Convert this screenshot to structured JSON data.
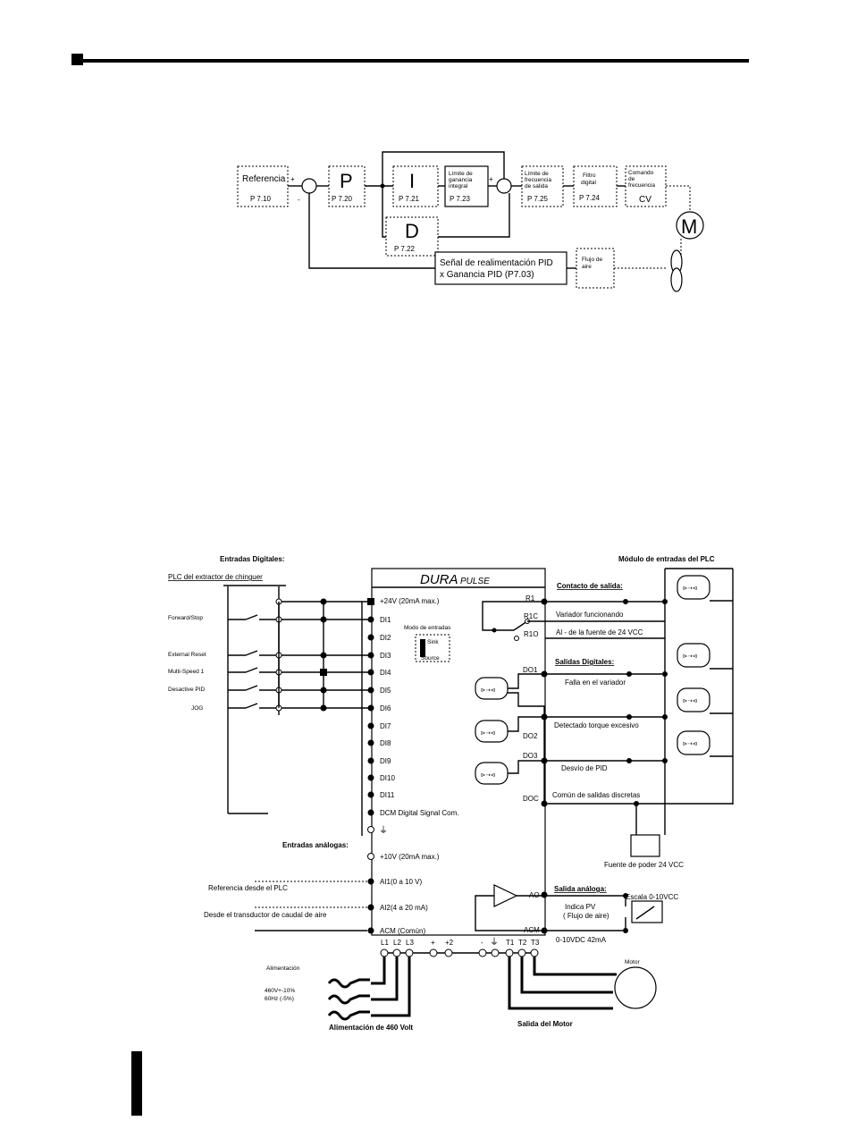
{
  "pid": {
    "referencia": "Referencia",
    "p710": "P 7.10",
    "plus1": "+",
    "minus1": "-",
    "p_letter": "P",
    "p720": "P 7.20",
    "i_letter": "I",
    "p721": "P 7.21",
    "limite_integral_1": "Límite de",
    "limite_integral_2": "ganancia",
    "limite_integral_3": "integral",
    "p723": "P 7.23",
    "d_letter": "D",
    "p722": "P 7.22",
    "plus2": "+",
    "limite_salida_1": "Límite de",
    "limite_salida_2": "frecuencia",
    "limite_salida_3": "de salida",
    "p725": "P 7.25",
    "filtro_1": "Filtro",
    "filtro_2": "digital",
    "p724": "P 7.24",
    "comando_1": "Comando",
    "comando_2": "de",
    "comando_3": "frecuencia",
    "cv": "CV",
    "motor_letter": "M",
    "senal_1": "Señal de realimentación PID",
    "senal_2": "x Ganancia PID (P7.03)",
    "flujo_1": "Flujo de",
    "flujo_2": "aire"
  },
  "wiring": {
    "entradas_digitales": "Entradas Digitales:",
    "plc_title": "PLC del extractor de chinguer",
    "modulo_plc": "Módulo de entradas del  PLC",
    "brand_dura": "DURA",
    "brand_pulse": "PULSE",
    "left_inputs": [
      "Forward/Stop",
      "External Reset",
      "Multi-Speed 1",
      "Desactive PID",
      "JOG"
    ],
    "terminals": [
      "+24V (20mA max.)",
      "DI1",
      "DI2",
      "DI3",
      "DI4",
      "DI5",
      "DI6",
      "DI7",
      "DI8",
      "DI9",
      "DI10",
      "DI11",
      "DCM  Digital Signal Com."
    ],
    "modo_entradas": "Modo de entradas",
    "sink": "Sink",
    "source": "Source",
    "ground_symbol": "⏚",
    "entradas_analogas": "Entradas análogas:",
    "analog_terminals": [
      "+10V (20mA max.)",
      "AI1(0 a 10 V)",
      "AI2(4 a 20 mA)",
      "ACM (Común)"
    ],
    "referencia_plc": "Referencia  desde el PLC",
    "transductor": "Desde el transductor de caudal de aire",
    "bottom_terminals": [
      "L1",
      "L2",
      "L3",
      "+",
      "+2",
      "-",
      "⏚",
      "T1",
      "T2",
      "T3"
    ],
    "alimentacion": "Alimentación",
    "voltage_1": "460V+-10%",
    "voltage_2": "60Hz (-5%)",
    "alimentacion_460": "Alimentación de 460 Volt",
    "salida_motor": "Salida del Motor",
    "motor": "Motor",
    "contacto_salida": "Contacto de salida:",
    "relay_terms": [
      "R1",
      "R1C",
      "R1O"
    ],
    "variador_funcionando": "Variador funcionando",
    "al_fuente": "Al - de la fuente de 24 VCC",
    "salidas_digitales": "Salidas Digitales:",
    "do_terms": [
      "DO1",
      "DO2",
      "DO3",
      "DOC"
    ],
    "falla": "Falla en el variador",
    "detectado_torque": "Detectado torque excesivo",
    "desvio_pid": "Desvío de PID",
    "comun_salidas": "Común de salidas discretas",
    "fuente_poder": "Fuente de poder 24 VCC",
    "salida_analoga": "Salida análoga:",
    "ao_term": "AO",
    "acm_term": "ACM",
    "escala": "Escala 0-10VCC",
    "indica_pv_1": "Indica PV",
    "indica_pv_2": "( Flujo de aire)",
    "ao_range": "0-10VDC 42mA"
  }
}
